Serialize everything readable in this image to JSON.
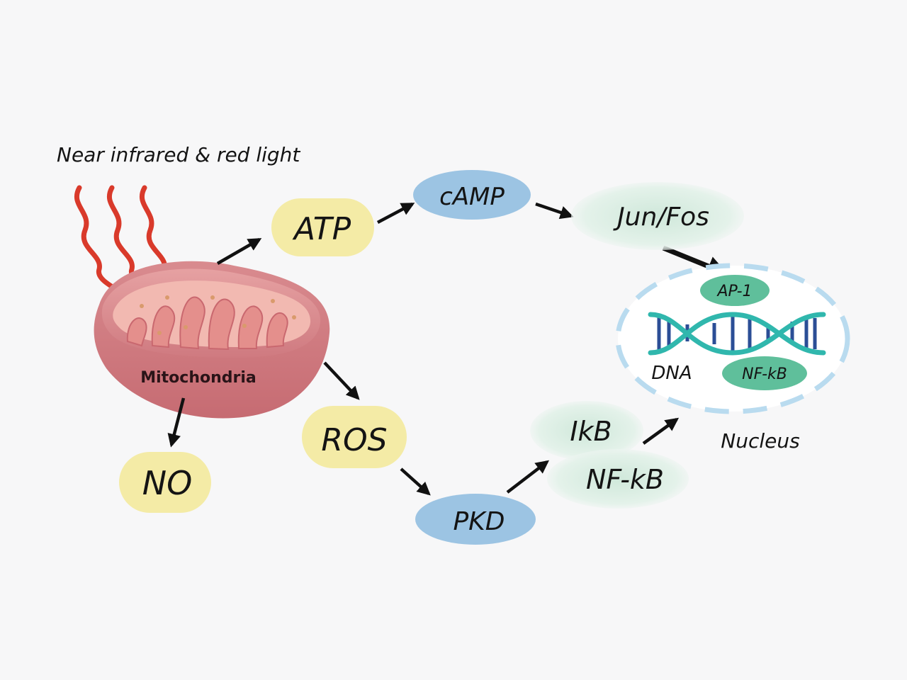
{
  "diagram": {
    "light_label": "Near infrared & red light",
    "organelle_label": "Mitochondria",
    "nodes": {
      "atp": "ATP",
      "camp": "cAMP",
      "jun_fos": "Jun/Fos",
      "ros": "ROS",
      "pkd": "PKD",
      "no": "NO",
      "ikb": "IkB",
      "nfkb": "NF-kB"
    },
    "nucleus": {
      "label": "Nucleus",
      "ap1": "AP-1",
      "dna": "DNA",
      "nfkb": "NF-kB"
    }
  },
  "colors": {
    "background": "#f7f7f8",
    "yellow_node": "#f4eba6",
    "blue_node": "#9cc4e3",
    "green_node": "#dcefe3",
    "teal_node": "#5fbf9b",
    "light_ray": "#d93a2b",
    "arrow": "#111111",
    "nucleus_dash": "#b9dbef",
    "dna_strand": "#30b7ad",
    "dna_rung": "#2b4e96"
  }
}
